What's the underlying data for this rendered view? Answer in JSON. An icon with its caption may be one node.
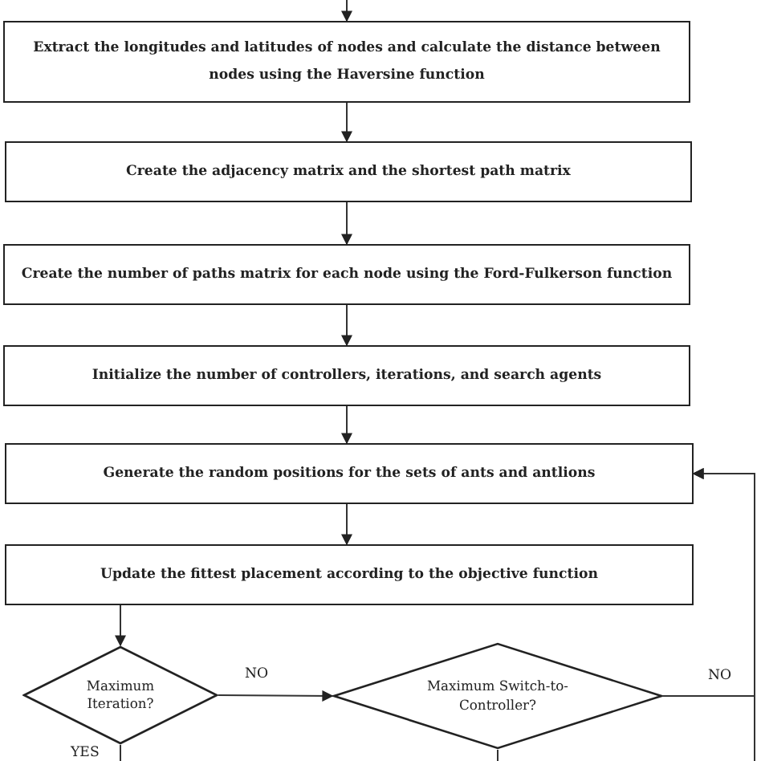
{
  "diagram": {
    "nodes": [
      {
        "text": [
          "Extract the longitudes and latitudes of nodes and calculate the distance between nodes using the Haversine function"
        ]
      },
      {
        "text": [
          "Create the adjacency matrix and the shortest path matrix"
        ]
      },
      {
        "text": [
          "Create the number of paths matrix for each node using the Ford-Fulkerson function"
        ]
      },
      {
        "text": [
          "Initialize the number of controllers, iterations, and search agents"
        ]
      },
      {
        "text": [
          "Generate the random positions for the sets of ants and antlions"
        ]
      },
      {
        "text": [
          "Update the fittest placement according to the objective function"
        ]
      },
      {
        "text": [
          "Maximum Iteration?"
        ]
      },
      {
        "text": [
          "Maximum Switch-to-Controller?"
        ]
      }
    ],
    "edges": [
      {
        "from": null,
        "to": 0,
        "arrow": "to"
      },
      {
        "from": 0,
        "to": 1,
        "arrow": "to"
      },
      {
        "from": 1,
        "to": 2,
        "arrow": "to"
      },
      {
        "from": 2,
        "to": 3,
        "arrow": "to"
      },
      {
        "from": 3,
        "to": 4,
        "arrow": "to"
      },
      {
        "from": 4,
        "to": 5,
        "arrow": "to"
      },
      {
        "from": 5,
        "to": 6,
        "arrow": "to"
      },
      {
        "from": 6,
        "to": 7,
        "arrow": "to",
        "label": "NO"
      },
      {
        "from": 7,
        "to": 4,
        "arrow": "to",
        "label": "NO"
      },
      {
        "from": 6,
        "to": null,
        "arrow": "none",
        "label": "YES"
      },
      {
        "from": 7,
        "to": null,
        "arrow": "none"
      },
      {
        "from": null,
        "to": 4,
        "arrow": "to"
      }
    ]
  }
}
